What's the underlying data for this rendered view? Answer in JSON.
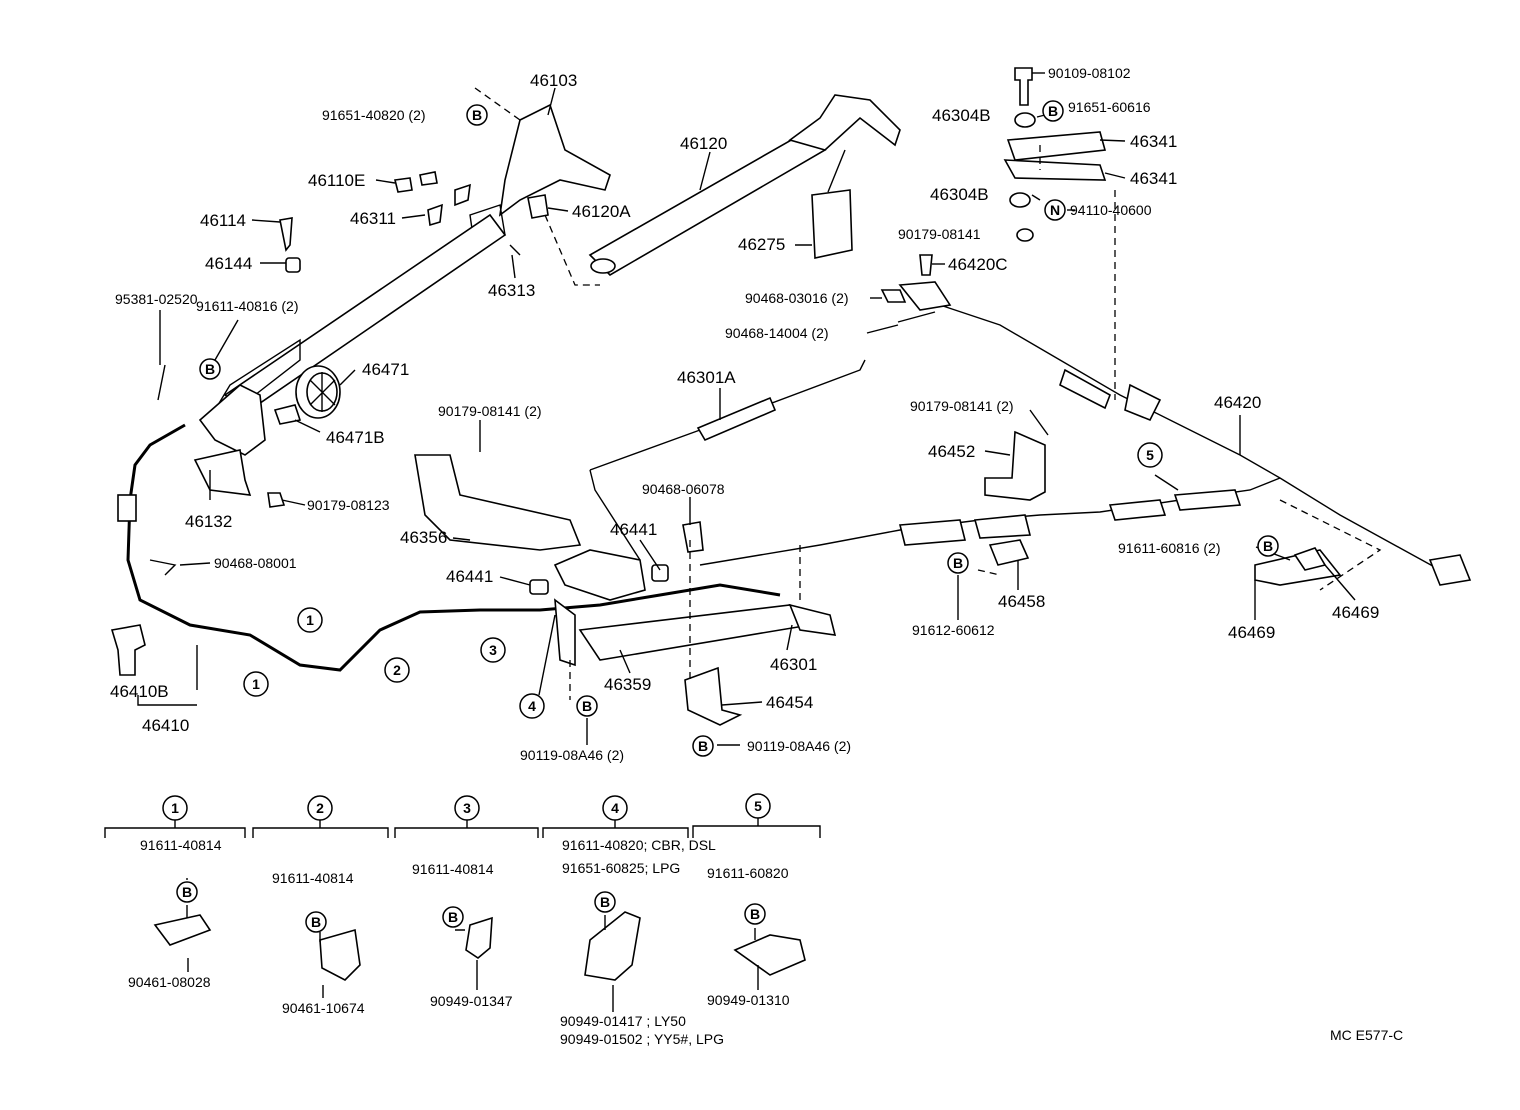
{
  "labels": {
    "p46103": "46103",
    "p91651_40820": "91651-40820 (2)",
    "p46120": "46120",
    "p46110E": "46110E",
    "p46311": "46311",
    "p46120A": "46120A",
    "p46114": "46114",
    "p46144": "46144",
    "p46313": "46313",
    "p46275": "46275",
    "p91611_40816": "91611-40816 (2)",
    "p95381_02520": "95381-02520",
    "p46471": "46471",
    "p46471B": "46471B",
    "p46132": "46132",
    "p90179_08123": "90179-08123",
    "p90468_08001": "90468-08001",
    "p46410B": "46410B",
    "p46410": "46410",
    "p90109_08102": "90109-08102",
    "p46304B_a": "46304B",
    "p91651_60616": "91651-60616",
    "p46341_a": "46341",
    "p46341_b": "46341",
    "p46304B_b": "46304B",
    "p94110_40600": "94110-40600",
    "p90179_08141_a": "90179-08141",
    "p46420C": "46420C",
    "p90468_03016": "90468-03016 (2)",
    "p90468_14004": "90468-14004 (2)",
    "p46301A": "46301A",
    "p90179_08141_b": "90179-08141 (2)",
    "p90179_08141_c": "90179-08141 (2)",
    "p46420": "46420",
    "p46452": "46452",
    "p46356": "46356",
    "p90468_06078": "90468-06078",
    "p46441_a": "46441",
    "p46441_b": "46441",
    "p91611_60816": "91611-60816 (2)",
    "p46458": "46458",
    "p91612_60612": "91612-60612",
    "p46469_a": "46469",
    "p46469_b": "46469",
    "p46301": "46301",
    "p46359": "46359",
    "p46454": "46454",
    "p90119_08A46_a": "90119-08A46 (2)",
    "p90119_08A46_b": "90119-08A46 (2)",
    "d1_part": "91611-40814",
    "d1_clamp": "90461-08028",
    "d2_part": "91611-40814",
    "d2_clamp": "90461-10674",
    "d3_part": "91611-40814",
    "d3_clamp": "90949-01347",
    "d4_part_a": "91611-40820; CBR, DSL",
    "d4_part_b": "91651-60825; LPG",
    "d4_clamp_a": "90949-01417 ; LY50",
    "d4_clamp_b": "90949-01502 ; YY5#, LPG",
    "d5_part": "91611-60820",
    "d5_clamp": "90949-01310",
    "drawing_code": "MC  E577-C"
  },
  "markers": {
    "b": "B",
    "n": "N",
    "c1": "1",
    "c2": "2",
    "c3": "3",
    "c4": "4",
    "c5": "5"
  }
}
